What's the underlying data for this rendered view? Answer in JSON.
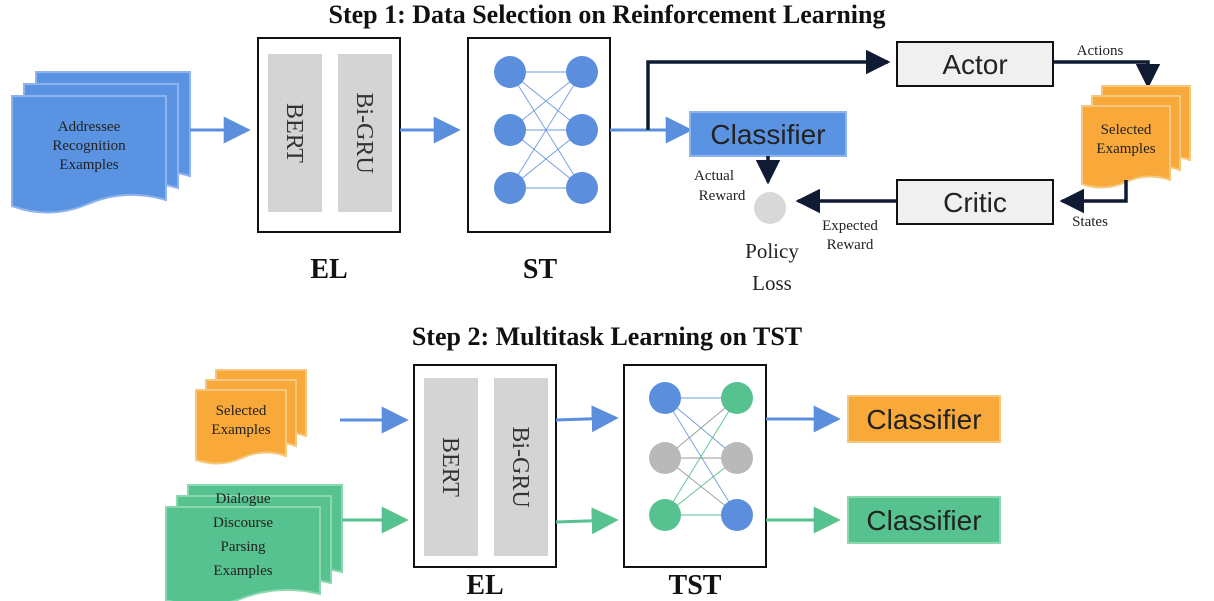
{
  "step1": {
    "title": "Step 1: Data Selection on Reinforcement Learning",
    "input_doc": [
      "Addressee",
      "Recognition",
      "Examples"
    ],
    "el_label": "EL",
    "st_label": "ST",
    "bert": "BERT",
    "bigru": "Bi-GRU",
    "actor": "Actor",
    "critic": "Critic",
    "classifier": "Classifier",
    "actions": "Actions",
    "states": "States",
    "selected_doc": [
      "Selected",
      "Examples"
    ],
    "actual_reward": [
      "Actual",
      "Reward"
    ],
    "expected_reward": [
      "Expected",
      "Reward"
    ],
    "policy_loss": [
      "Policy",
      "Loss"
    ]
  },
  "step2": {
    "title": "Step 2: Multitask Learning on TST",
    "selected_doc": [
      "Selected",
      "Examples"
    ],
    "ddp_doc": [
      "Dialogue",
      "Discourse",
      "Parsing",
      "Examples"
    ],
    "bert": "BERT",
    "bigru": "Bi-GRU",
    "el_label": "EL",
    "tst_label": "TST",
    "classifier_top": "Classifier",
    "classifier_bottom": "Classifier"
  },
  "colors": {
    "blue": "#5b8fdd",
    "blue_fill": "#5b93e3",
    "orange": "#f8a93a",
    "green": "#56c28f",
    "gray_node": "#b9b9b9",
    "gray_block": "#d4d4d4",
    "box_gray": "#f0f0f0",
    "navy": "#0f1a33"
  }
}
